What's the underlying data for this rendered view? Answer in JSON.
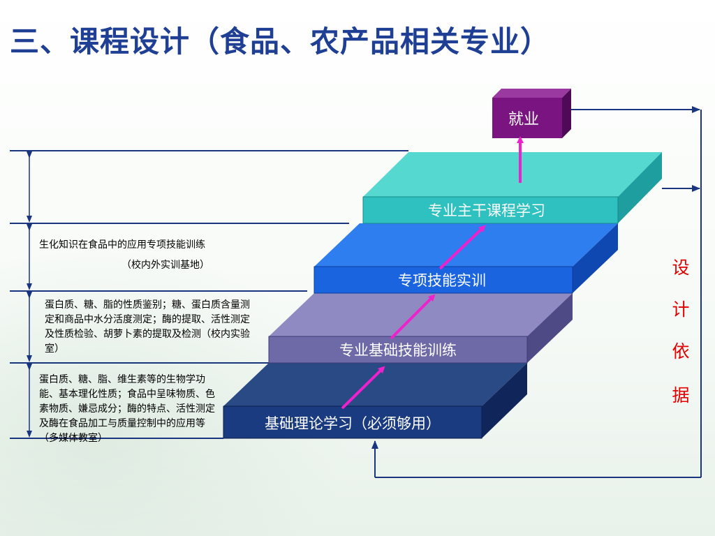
{
  "title": "三、课程设计（食品、农产品相关专业）",
  "top_box": {
    "label": "就业"
  },
  "steps": [
    {
      "label": "基础理论学习（必须够用）",
      "front": "#1a3b80",
      "top": "#2a4a86",
      "side": "#10265a"
    },
    {
      "label": "专业基础技能训练",
      "front": "#6e6aa8",
      "top": "#8f8bc2",
      "side": "#4e4a86"
    },
    {
      "label": "专项技能实训",
      "front": "#1a64e0",
      "top": "#2f7ef0",
      "side": "#0e48b0"
    },
    {
      "label": "专业主干课程学习",
      "front": "#2fc0c0",
      "top": "#55d8d0",
      "side": "#1e9e9e"
    }
  ],
  "right_label": [
    "设",
    "计",
    "依",
    "据"
  ],
  "descriptions": {
    "row2": {
      "line1": "生化知识在食品中的应用专项技能训练",
      "line2": "（校内外实训基地）"
    },
    "row3": {
      "text": "蛋白质、糖、脂的性质鉴别；糖、蛋白质含量测定和商品中水分活度测定；酶的提取、活性测定及性质检验、胡萝卜素的提取及检测（校内实验室）"
    },
    "row4": {
      "text": "蛋白质、糖、脂、维生素等的生物学功能、基本理化性质；食品中呈味物质、色素物质、嫌忌成分；酶的特点、活性测定及酶在食品加工与质量控制中的应用等",
      "line2": "（多媒体教室）"
    }
  },
  "colors": {
    "title": "#1f3f95",
    "arrow": "#ee22cc",
    "line": "#1a3580",
    "right_label": "#e00000",
    "top_box": "#7a1480"
  }
}
